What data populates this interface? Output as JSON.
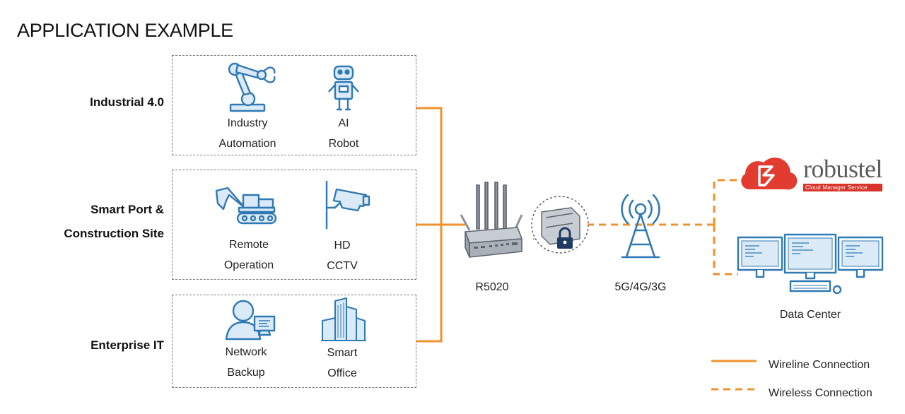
{
  "title": "APPLICATION EXAMPLE",
  "groups": [
    {
      "label_lines": [
        "Industrial  4.0"
      ],
      "apps": [
        {
          "lines": [
            "Industry",
            "Automation"
          ],
          "icon": "robot-arm-icon"
        },
        {
          "lines": [
            "AI",
            "Robot"
          ],
          "icon": "robot-icon"
        }
      ]
    },
    {
      "label_lines": [
        "Smart Port &",
        "Construction Site"
      ],
      "apps": [
        {
          "lines": [
            "Remote",
            "Operation"
          ],
          "icon": "excavator-icon"
        },
        {
          "lines": [
            "HD",
            "CCTV"
          ],
          "icon": "cctv-camera-icon"
        }
      ]
    },
    {
      "label_lines": [
        "Enterprise IT"
      ],
      "apps": [
        {
          "lines": [
            "Network",
            "Backup"
          ],
          "icon": "user-computer-icon"
        },
        {
          "lines": [
            "Smart",
            "Office"
          ],
          "icon": "office-building-icon"
        }
      ]
    }
  ],
  "router": {
    "label": "R5020",
    "icon": "router-icon",
    "security_icon": "padlock-icon"
  },
  "tower": {
    "label": "5G/4G/3G",
    "icon": "cell-tower-icon"
  },
  "cloud": {
    "brand": "robustel",
    "tagline": "Cloud Manager Service",
    "icon": "cloud-logo-icon"
  },
  "data_center": {
    "label": "Data Center",
    "icon": "monitors-icon"
  },
  "legend": [
    {
      "label": "Wireline Connection",
      "style": "solid"
    },
    {
      "label": "Wireless Connection",
      "style": "dashed"
    }
  ],
  "colors": {
    "connection": "#f0922c",
    "icon_blue": "#2f79b5",
    "icon_fill": "#dbeaf7",
    "brand_red": "#d9342b"
  }
}
